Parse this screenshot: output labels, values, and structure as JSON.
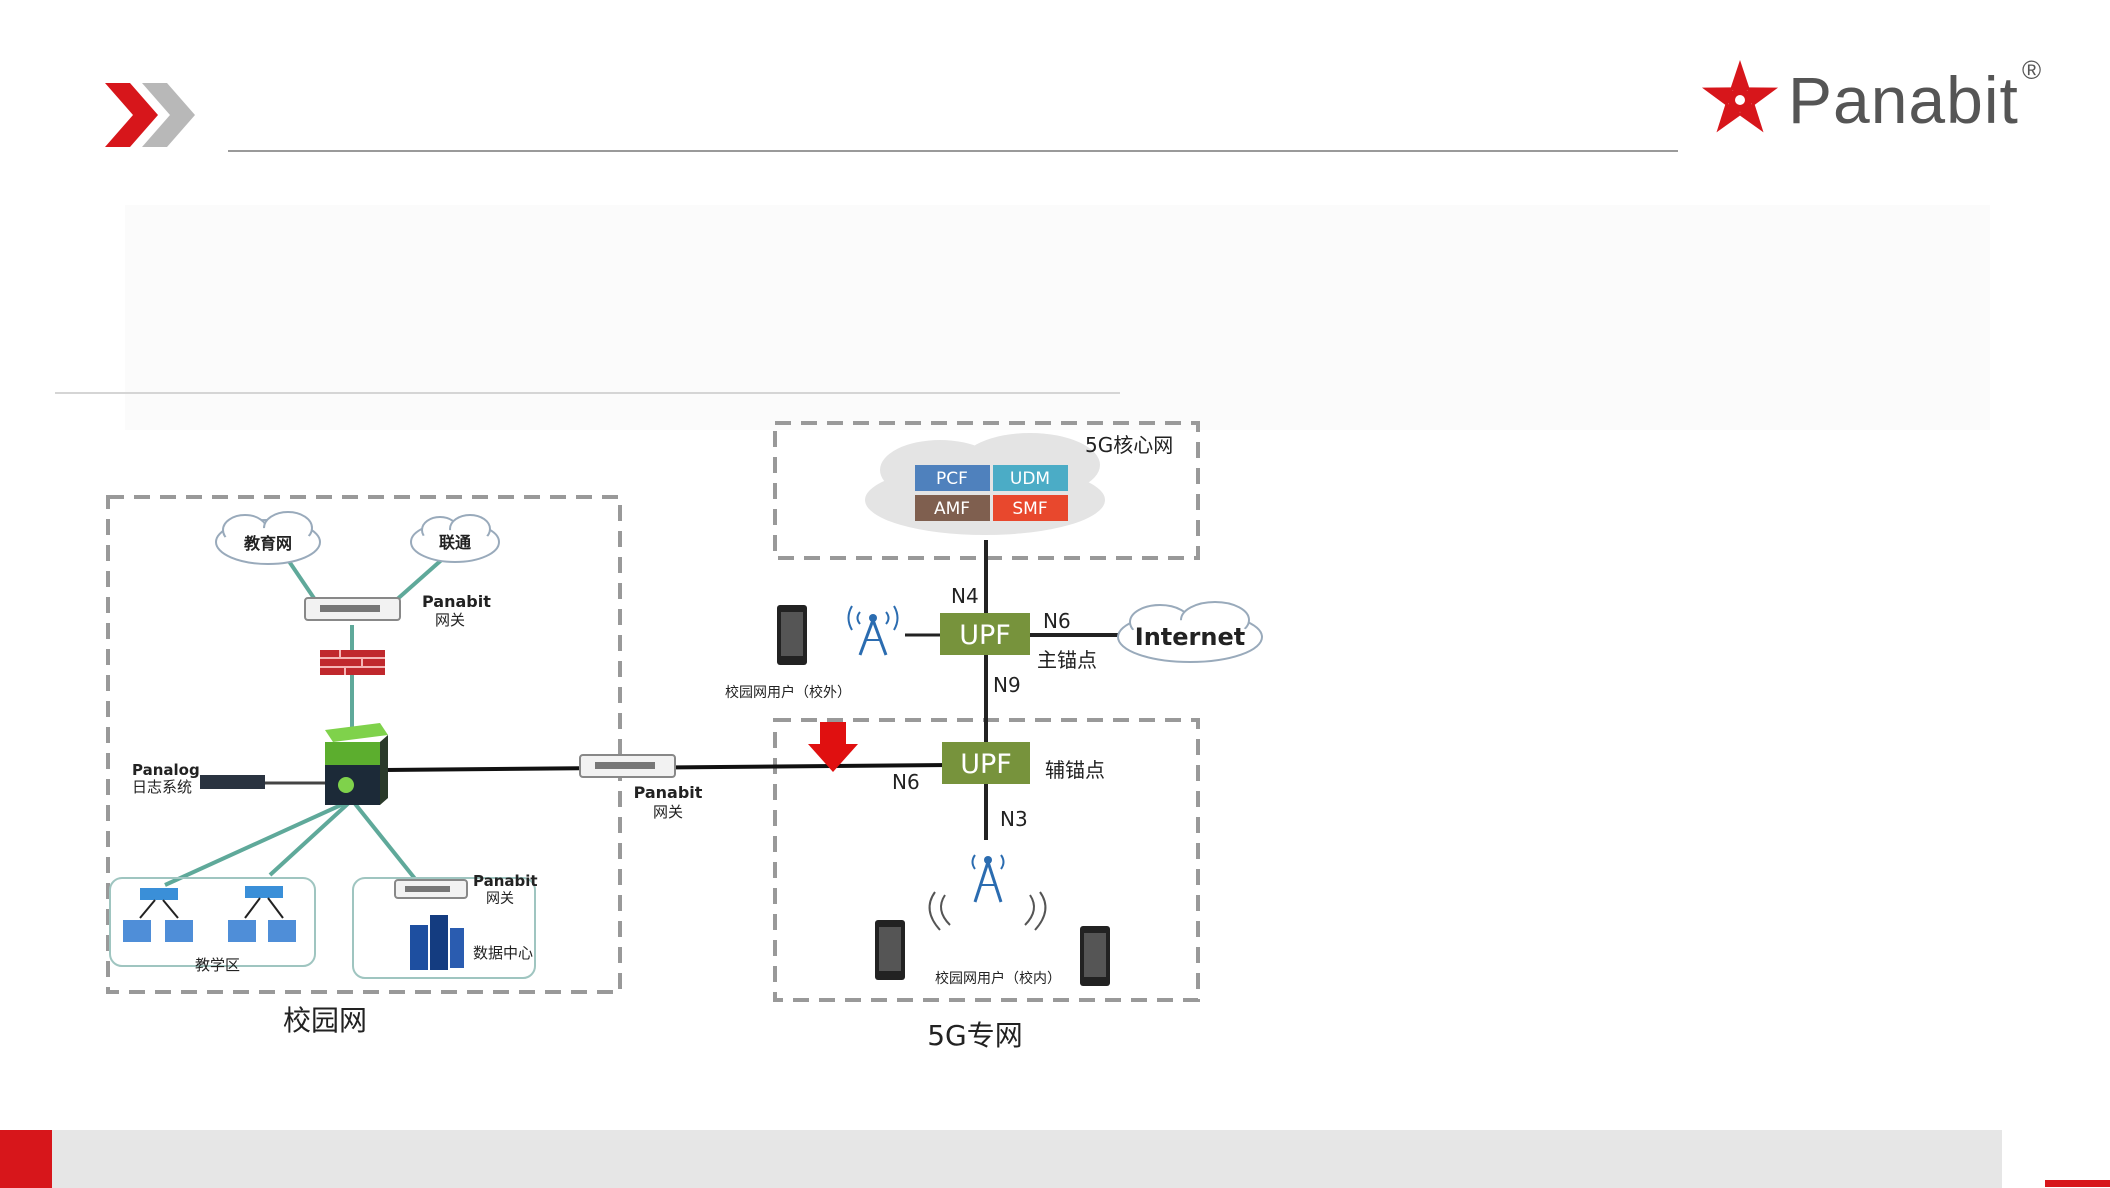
{
  "brand": {
    "name": "Panabit",
    "registered_mark": "®",
    "red": "#d7161b"
  },
  "diagram": {
    "campus_network": {
      "title": "校园网",
      "cloud_edu": "教育网",
      "cloud_unicom": "联通",
      "gateway_label_1": "Panabit",
      "gateway_label_2": "网关",
      "panalog_label_1": "Panalog",
      "panalog_label_2": "日志系统",
      "teaching_area": "教学区",
      "dc_gateway_label_1": "Panabit",
      "dc_gateway_label_2": "网关",
      "data_center": "数据中心"
    },
    "middle_gateway": {
      "label_1": "Panabit",
      "label_2": "网关"
    },
    "core_network": {
      "title": "5G核心网",
      "nf_pcf": "PCF",
      "nf_udm": "UDM",
      "nf_amf": "AMF",
      "nf_smf": "SMF"
    },
    "upf_main": {
      "label": "UPF",
      "anchor": "主锚点"
    },
    "upf_aux": {
      "label": "UPF",
      "anchor": "辅锚点"
    },
    "interfaces": {
      "n4": "N4",
      "n6_main": "N6",
      "n9": "N9",
      "n6_aux": "N6",
      "n3": "N3"
    },
    "internet": "Internet",
    "off_campus_user": "校园网用户（校外）",
    "on_campus_user": "校园网用户（校内）",
    "private_5g": {
      "title": "5G专网"
    },
    "colors": {
      "upf_green": "#77933c",
      "pcf_blue": "#4f81bd",
      "udm_teal": "#4bacc6",
      "amf_brown": "#7f5f4f",
      "smf_red": "#e8482d",
      "link_teal": "#5fa99a",
      "arrow_red": "#e01010"
    }
  }
}
